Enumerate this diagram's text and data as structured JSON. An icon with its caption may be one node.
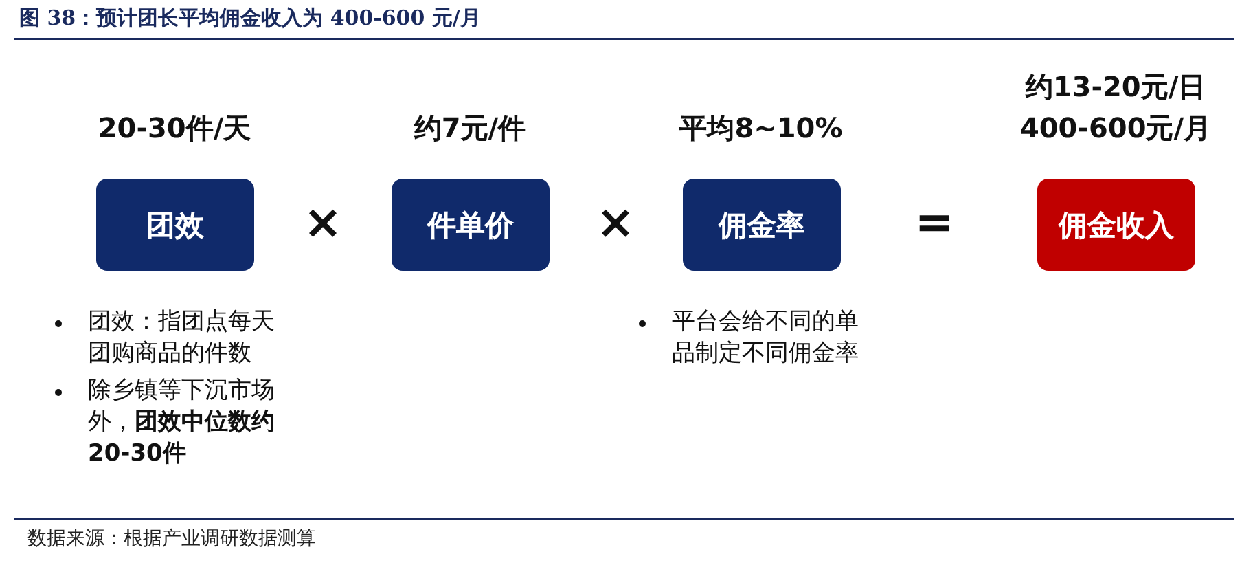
{
  "diagram": {
    "title": "图 38：预计团长平均佣金收入为 400-600 元/月",
    "caption": "数据来源：根据产业调研数据测算",
    "nodes": [
      {
        "text": [
          "团效"
        ],
        "beside": [
          "20-30件/天"
        ]
      },
      {
        "text": [
          "件单价"
        ],
        "beside": [
          "约7元/件"
        ]
      },
      {
        "text": [
          "佣金率"
        ],
        "beside": [
          "平均8~10%"
        ]
      },
      {
        "text": [
          "佣金收入"
        ],
        "beside": [
          "约13-20元/日",
          "400-600元/月"
        ]
      }
    ],
    "labels": [
      "×",
      "×",
      "=",
      "团效：指团点每天团购商品的件数",
      "除乡镇等下沉市场外，**团效中位数约20-30件**",
      "平台会给不同的单品制定不同佣金率"
    ]
  }
}
